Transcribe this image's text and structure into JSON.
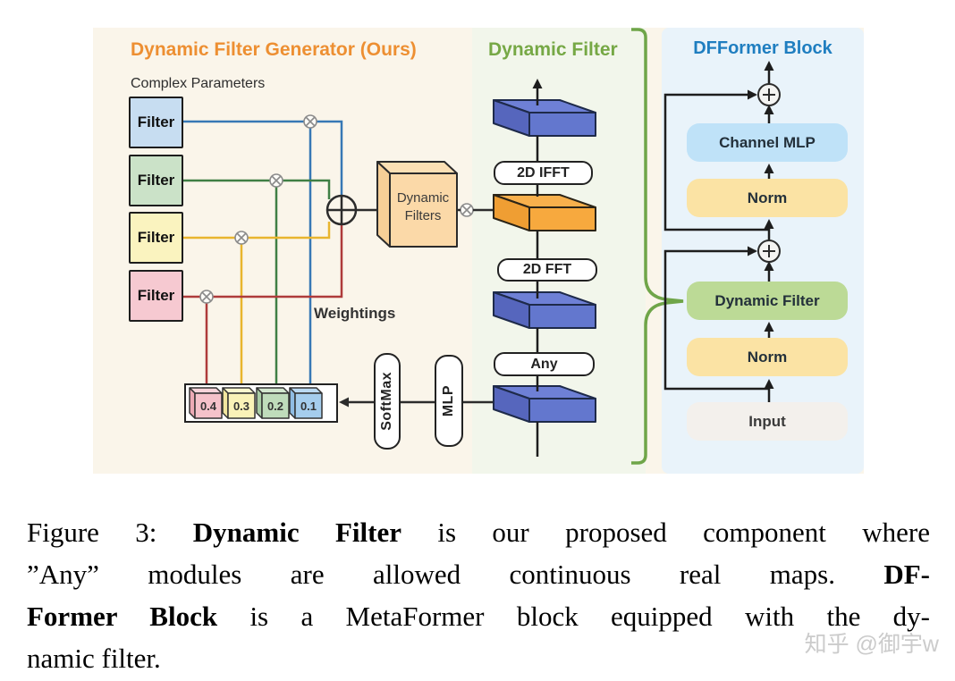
{
  "figure": {
    "generator": {
      "title": "Dynamic Filter Generator (Ours)",
      "title_color": "#ED8F32",
      "subtitle": "Complex Parameters",
      "filters": [
        {
          "label": "Filter",
          "fill": "#C7DDF1",
          "wire": "#3778B5"
        },
        {
          "label": "Filter",
          "fill": "#CBE2C8",
          "wire": "#3F7F44"
        },
        {
          "label": "Filter",
          "fill": "#FAF3BF",
          "wire": "#E8B52E"
        },
        {
          "label": "Filter",
          "fill": "#F6C9D1",
          "wire": "#AE3B3B"
        }
      ],
      "dynamic_filters_box": "Dynamic Filters",
      "weightings_label": "Weightings",
      "weights": [
        {
          "value": "0.4",
          "fill": "#F5C2CA"
        },
        {
          "value": "0.3",
          "fill": "#FAF2B8"
        },
        {
          "value": "0.2",
          "fill": "#BFDCBB"
        },
        {
          "value": "0.1",
          "fill": "#A5CDED"
        }
      ],
      "softmax_label": "SoftMax",
      "mlp_label": "MLP"
    },
    "dynamic_filter": {
      "title": "Dynamic Filter",
      "title_color": "#76A845",
      "op_ifft": "2D IFFT",
      "op_fft": "2D FFT",
      "op_any": "Any"
    },
    "dfformer": {
      "title": "DFFormer Block",
      "title_color": "#1F7EC0",
      "blocks": [
        {
          "label": "Channel MLP",
          "fill": "#BFE2F8"
        },
        {
          "label": "Norm",
          "fill": "#FBE3A4"
        },
        {
          "label": "Dynamic Filter",
          "fill": "#BCDA96"
        },
        {
          "label": "Norm",
          "fill": "#FBE3A4"
        },
        {
          "label": "Input",
          "fill": "#F3F0EC"
        }
      ]
    }
  },
  "caption": {
    "line1": {
      "s1": "Figure 3: ",
      "s2": "Dynamic Filter",
      "s3": " is our proposed component where"
    },
    "line2": {
      "s1": "”Any” modules are allowed continuous real maps. ",
      "s2": "DF-"
    },
    "line3": {
      "s1": "Former Block",
      "s2": " is a MetaFormer block equipped with the dy-"
    },
    "line4": {
      "s1": "namic filter."
    }
  },
  "watermark": "知乎 @御宇w"
}
